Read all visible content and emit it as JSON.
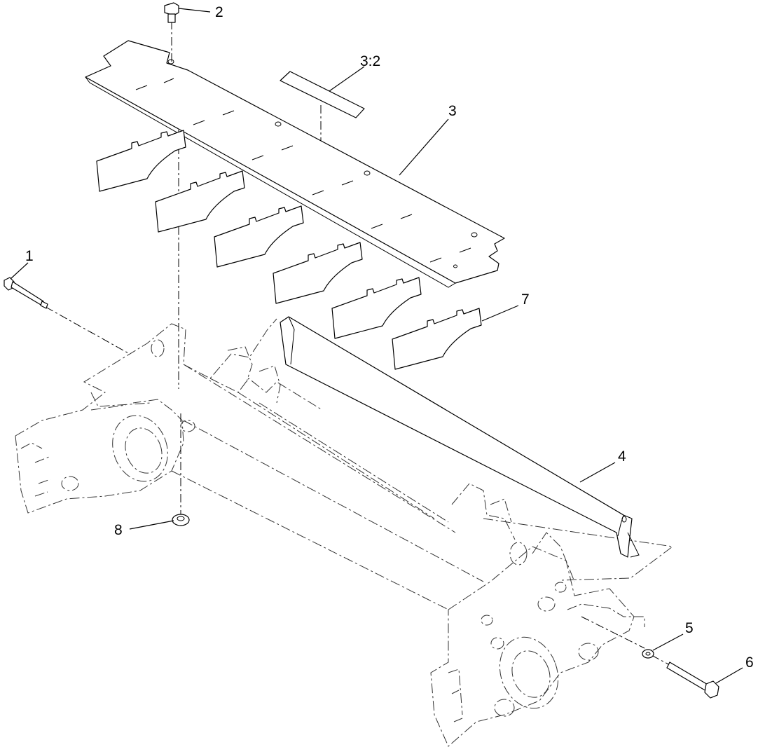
{
  "callouts": {
    "c1": "1",
    "c2": "2",
    "c3": "3",
    "c3_2": "3:2",
    "c4": "4",
    "c5": "5",
    "c6": "6",
    "c7": "7",
    "c8": "8"
  }
}
